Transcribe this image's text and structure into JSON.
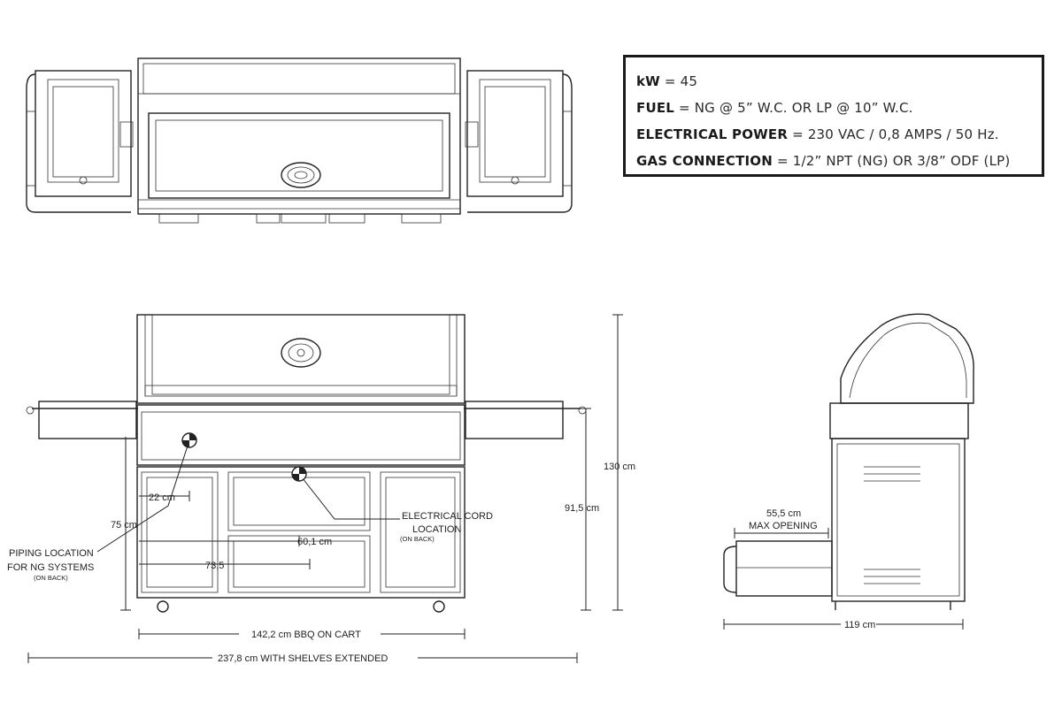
{
  "specs": [
    {
      "label": "kW",
      "value": "= 45"
    },
    {
      "label": "FUEL",
      "value": "= NG @ 5” W.C. OR LP @ 10” W.C."
    },
    {
      "label": "ELECTRICAL POWER",
      "value": "= 230 VAC / 0,8 AMPS / 50 Hz."
    },
    {
      "label": "GAS CONNECTION",
      "value": "= 1/2” NPT (NG) OR 3/8” ODF (LP)"
    }
  ],
  "dimensions": {
    "width_cart": "142,2 cm BBQ ON CART",
    "width_shelves": "237,8 cm WITH SHELVES EXTENDED",
    "height_total": "130 cm",
    "height_counter": "91,5 cm",
    "piping_height": "75 cm",
    "piping_offset": "22 cm",
    "electrical_offset": "60,1 cm",
    "piping_distance": "73,5",
    "depth": "119 cm",
    "drawer_opening_value": "55,5 cm",
    "drawer_opening_label": "MAX OPENING"
  },
  "annotations": {
    "piping_line1": "PIPING LOCATION",
    "piping_line2": "FOR NG SYSTEMS",
    "piping_note": "(ON BACK)",
    "electrical_line1": "ELECTRICAL CORD",
    "electrical_line2": "LOCATION",
    "electrical_note": "(ON BACK)"
  }
}
